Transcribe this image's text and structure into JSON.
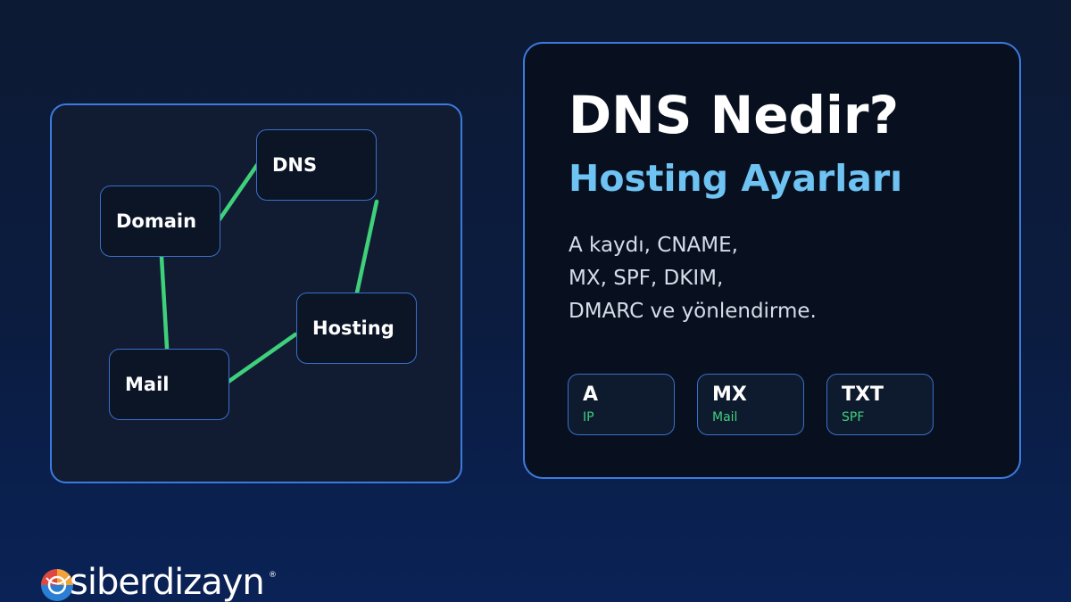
{
  "diagram": {
    "nodes": [
      {
        "id": "dns",
        "label": "DNS"
      },
      {
        "id": "domain",
        "label": "Domain"
      },
      {
        "id": "hosting",
        "label": "Hosting"
      },
      {
        "id": "mail",
        "label": "Mail"
      }
    ],
    "edges": [
      {
        "from": "domain",
        "to": "dns"
      },
      {
        "from": "dns",
        "to": "hosting"
      },
      {
        "from": "domain",
        "to": "mail"
      },
      {
        "from": "mail",
        "to": "hosting"
      }
    ],
    "edge_color": "#3fd07a"
  },
  "info": {
    "title": "DNS Nedir?",
    "subtitle": "Hosting Ayarları",
    "description_lines": [
      "A kaydı, CNAME,",
      "MX, SPF, DKIM,",
      "DMARC ve yönlendirme."
    ],
    "records": [
      {
        "type": "A",
        "desc": "IP"
      },
      {
        "type": "MX",
        "desc": "Mail"
      },
      {
        "type": "TXT",
        "desc": "SPF"
      }
    ]
  },
  "brand": {
    "name": "siberdizayn",
    "registered": "®"
  },
  "colors": {
    "accent": "#3b7be0",
    "subtitle": "#6ec3f3",
    "green": "#3fd07a"
  }
}
